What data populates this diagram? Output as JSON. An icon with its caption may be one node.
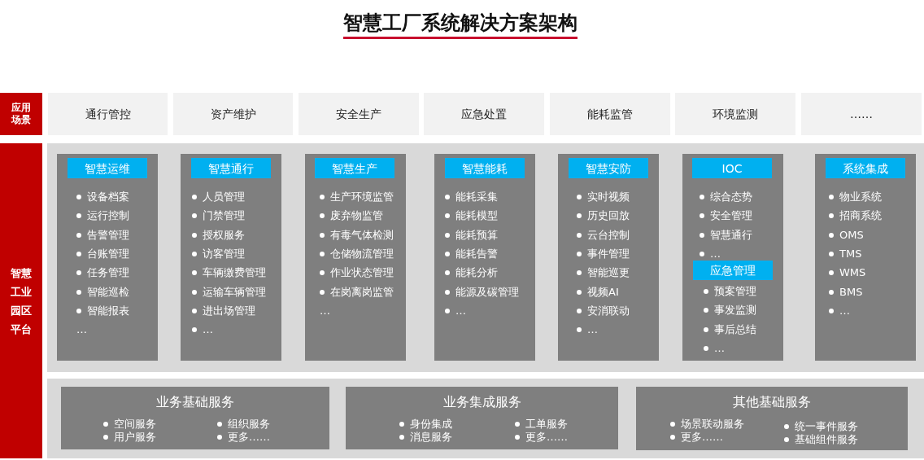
{
  "diagram": {
    "title": "智慧工厂系统解决方案架构",
    "nodes": [
      {
        "text": [
          "应用场景"
        ]
      },
      {
        "text": [
          "通行管控"
        ]
      },
      {
        "text": [
          "资产维护"
        ]
      },
      {
        "text": [
          "安全生产"
        ]
      },
      {
        "text": [
          "应急处置"
        ]
      },
      {
        "text": [
          "能耗监管"
        ]
      },
      {
        "text": [
          "环境监测"
        ]
      },
      {
        "text": [
          "……"
        ]
      },
      {
        "text": [
          "智慧工业园区平台"
        ]
      },
      {
        "text": [],
        "shape": "box"
      },
      {
        "text": [
          "设备档案",
          "运行控制",
          "告警管理",
          "台账管理",
          "任务管理",
          "智能巡检",
          "智能报表",
          "…"
        ],
        "in": 9
      },
      {
        "text": [
          "智慧运维"
        ],
        "in": 10
      },
      {
        "text": [
          "人员管理",
          "门禁管理",
          "授权服务",
          "访客管理",
          "车辆缴费管理",
          "运输车辆管理",
          "进出场管理",
          "…"
        ],
        "in": 9
      },
      {
        "text": [
          "智慧通行"
        ],
        "in": 12
      },
      {
        "text": [
          "生产环境监管",
          "废弃物监管",
          "有毒气体检测",
          "仓储物流管理",
          "作业状态管理",
          "在岗离岗监管",
          "…"
        ],
        "in": 9
      },
      {
        "text": [
          "智慧生产"
        ],
        "in": 14
      },
      {
        "text": [
          "能耗采集",
          "能耗模型",
          "能耗预算",
          "能耗告警",
          "能耗分析",
          "能源及碳管理",
          "…"
        ],
        "in": 9
      },
      {
        "text": [
          "智慧能耗"
        ],
        "in": 16
      },
      {
        "text": [
          "实时视频",
          "历史回放",
          "云台控制",
          "事件管理",
          "智能巡更",
          "视频AI",
          "安消联动",
          "…"
        ],
        "in": 9
      },
      {
        "text": [
          "智慧安防"
        ],
        "in": 18
      },
      {
        "text": [
          "综合态势",
          "安全管理",
          "智慧通行",
          "…",
          "预案管理",
          "事发监测",
          "事后总结",
          "…"
        ],
        "in": 9
      },
      {
        "text": [
          "IOC"
        ],
        "in": 20
      },
      {
        "text": [
          "应急管理"
        ],
        "in": 20
      },
      {
        "text": [
          "物业系统",
          "招商系统",
          "OMS",
          "TMS",
          "WMS",
          "BMS",
          "…"
        ],
        "in": 9
      },
      {
        "text": [
          "系统集成"
        ],
        "in": 23
      },
      {
        "text": [],
        "shape": "box"
      },
      {
        "text": [
          "业务基础服务",
          "空间服务",
          "用户服务",
          "组织服务",
          "更多……"
        ],
        "in": 25
      },
      {
        "text": [
          "业务集成服务",
          "身份集成",
          "消息服务",
          "工单服务",
          "更多……"
        ],
        "in": 25
      },
      {
        "text": [
          "其他基础服务",
          "场景联动服务",
          "更多……",
          "统一事件服务",
          "基础组件服务"
        ],
        "in": 25
      }
    ]
  }
}
